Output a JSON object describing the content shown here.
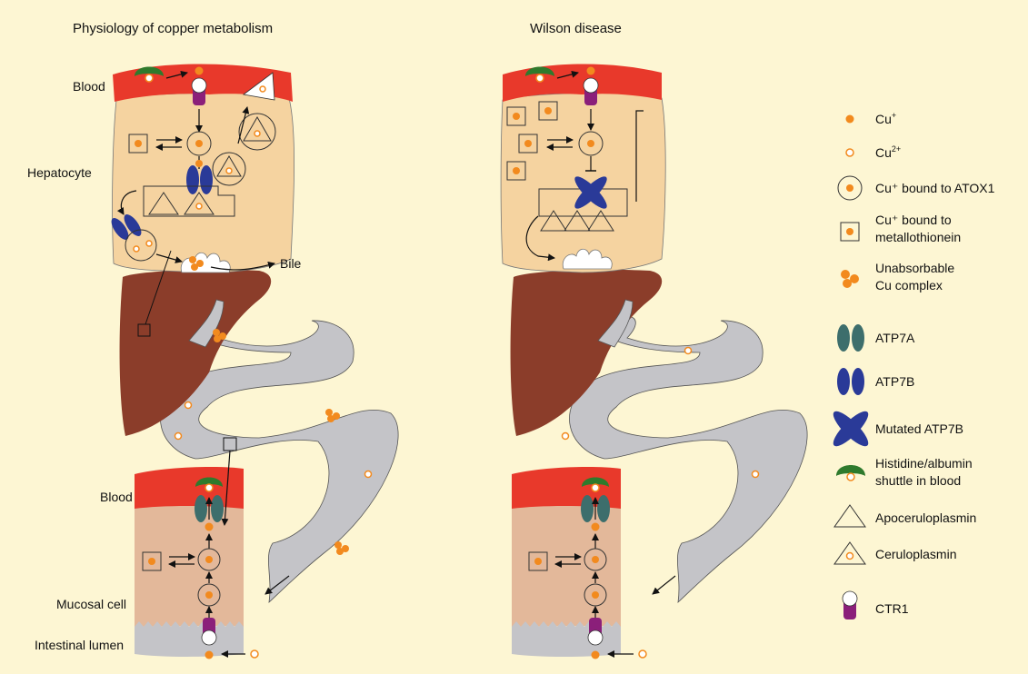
{
  "titles": {
    "left": "Physiology of copper metabolism",
    "right": "Wilson disease"
  },
  "labels": {
    "blood_top": "Blood",
    "hepatocyte": "Hepatocyte",
    "bile": "Bile",
    "blood_bottom": "Blood",
    "mucosal_cell": "Mucosal cell",
    "intestinal_lumen": "Intestinal lumen"
  },
  "legend": {
    "cu_plus": "Cu",
    "cu_plus_sup": "+",
    "cu_2plus": "Cu",
    "cu_2plus_sup": "2+",
    "atox1": "Cu⁺ bound to ATOX1",
    "mt_line1": "Cu⁺ bound to",
    "mt_line2": "metallothionein",
    "unabs_line1": "Unabsorbable",
    "unabs_line2": "Cu complex",
    "atp7a": "ATP7A",
    "atp7b": "ATP7B",
    "mutated": "Mutated ATP7B",
    "shuttle_line1": "Histidine/albumin",
    "shuttle_line2": "shuttle in blood",
    "apocp": "Apoceruloplasmin",
    "cp": "Ceruloplasmin",
    "ctr1": "CTR1"
  },
  "colors": {
    "background": "#fdf6d3",
    "blood": "#e8392b",
    "hepatocyte": "#f5d3a0",
    "mucosa": "#e3b89a",
    "liver": "#8b3d2a",
    "gut": "#c4c4c8",
    "cu": "#f28a1e",
    "atp7a": "#3d6e6c",
    "atp7b": "#2a3a98",
    "shuttle": "#2f7a2c",
    "ctr1": "#8b1f7a"
  }
}
